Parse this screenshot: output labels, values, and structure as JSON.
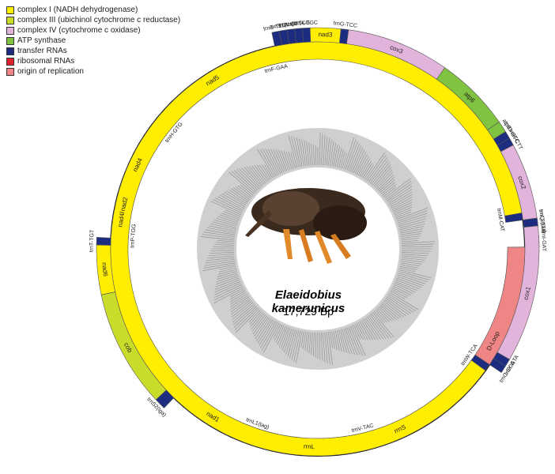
{
  "legend": [
    {
      "label": "complex I (NADH dehydrogenase)",
      "color": "#ffee00"
    },
    {
      "label": "complex III (ubichinol cytochrome c reductase)",
      "color": "#c9dc2a"
    },
    {
      "label": "complex IV (cytochrome c oxidase)",
      "color": "#e2b4db"
    },
    {
      "label": "ATP synthase",
      "color": "#7fc340"
    },
    {
      "label": "transfer RNAs",
      "color": "#1c2c80"
    },
    {
      "label": "ribosomal RNAs",
      "color": "#e1222d"
    },
    {
      "label": "origin of replication",
      "color": "#f08585"
    }
  ],
  "center": {
    "species": "Elaeidobius kamerunicus",
    "length": "17,729 Bp"
  },
  "features": [
    {
      "label": "trnI-GAT",
      "type": "trna",
      "start": 86.5,
      "end": 89.5,
      "strand": "out"
    },
    {
      "label": "D-Loop",
      "type": "origin",
      "start": 89.5,
      "end": 146,
      "strand": "in"
    },
    {
      "label": "rrnS",
      "type": "rrna",
      "start": 146,
      "end": 165,
      "strand": "in"
    },
    {
      "label": "trnV-TAC",
      "type": "trna",
      "start": 165,
      "end": 167,
      "strand": "in"
    },
    {
      "label": "rrnL",
      "type": "rrna",
      "start": 167,
      "end": 198,
      "strand": "in"
    },
    {
      "label": "trnL1(tag)",
      "type": "trna",
      "start": 198,
      "end": 200,
      "strand": "in"
    },
    {
      "label": "nad1",
      "type": "nad",
      "start": 200,
      "end": 224,
      "strand": "in"
    },
    {
      "label": "trnS2(tga)",
      "type": "trna",
      "start": 224,
      "end": 227,
      "strand": "out"
    },
    {
      "label": "cob",
      "type": "cob",
      "start": 227,
      "end": 258,
      "strand": "out"
    },
    {
      "label": "nad6",
      "type": "nad",
      "start": 258,
      "end": 271,
      "strand": "out"
    },
    {
      "label": "trnT-TGT",
      "type": "trna",
      "start": 271,
      "end": 273,
      "strand": "out"
    },
    {
      "label": "trnP-TGG",
      "type": "trna",
      "start": 273,
      "end": 275,
      "strand": "in"
    },
    {
      "label": "nad4l",
      "type": "nad",
      "start": 275,
      "end": 282,
      "strand": "in"
    },
    {
      "label": "nad4",
      "type": "nad",
      "start": 282,
      "end": 308,
      "strand": "in"
    },
    {
      "label": "trnH-GTG",
      "type": "trna",
      "start": 308,
      "end": 310,
      "strand": "in"
    },
    {
      "label": "nad5",
      "type": "nad",
      "start": 310,
      "end": 346,
      "strand": "in"
    },
    {
      "label": "trnF-GAA",
      "type": "trna",
      "start": 346,
      "end": 348,
      "strand": "in"
    },
    {
      "label": "trnE-TTC",
      "type": "trna",
      "start": 348,
      "end": 350,
      "strand": "out"
    },
    {
      "label": "trnS1(tct)",
      "type": "trna",
      "start": 350,
      "end": 352,
      "strand": "out"
    },
    {
      "label": "trnN-GTT",
      "type": "trna",
      "start": 352,
      "end": 354,
      "strand": "out"
    },
    {
      "label": "trnR-TCG",
      "type": "trna",
      "start": 354,
      "end": 356,
      "strand": "out"
    },
    {
      "label": "trnA-TGC",
      "type": "trna",
      "start": 356,
      "end": 358,
      "strand": "out"
    },
    {
      "label": "nad3",
      "type": "nad",
      "start": 358,
      "end": 366,
      "strand": "out"
    },
    {
      "label": "trnG-TCC",
      "type": "trna",
      "start": 366,
      "end": 368,
      "strand": "out"
    },
    {
      "label": "cox3",
      "type": "cox",
      "start": 368,
      "end": 395,
      "strand": "out"
    },
    {
      "label": "atp6",
      "type": "atp",
      "start": 395,
      "end": 415,
      "strand": "out"
    },
    {
      "label": "atp8",
      "type": "atp",
      "start": 415,
      "end": 418,
      "strand": "out"
    },
    {
      "label": "trnD-GTC",
      "type": "trna",
      "start": 418,
      "end": 420,
      "strand": "out"
    },
    {
      "label": "trnK-CTT",
      "type": "trna",
      "start": 420,
      "end": 422,
      "strand": "out"
    },
    {
      "label": "cox2",
      "type": "cox",
      "start": 422,
      "end": 442,
      "strand": "out"
    },
    {
      "label": "trnL2(taa)",
      "type": "trna",
      "start": 442,
      "end": 444,
      "strand": "out"
    },
    {
      "label": "cox1",
      "type": "cox",
      "start": 444,
      "end": 480,
      "strand": "out"
    },
    {
      "label": "trnY-GTA",
      "type": "trna",
      "start": 480,
      "end": 482,
      "strand": "out"
    },
    {
      "label": "trnC-GCA",
      "type": "trna",
      "start": 482,
      "end": 484,
      "strand": "out"
    },
    {
      "label": "trnW-TCA",
      "type": "trna",
      "start": 484,
      "end": 486,
      "strand": "in"
    },
    {
      "label": "nad2",
      "type": "nad",
      "start": 486,
      "end": 440,
      "strand": "in"
    },
    {
      "label": "trnM-CAT",
      "type": "trna",
      "start": 440,
      "end": 442,
      "strand": "in"
    },
    {
      "label": "trnQ-TTG",
      "type": "trna",
      "start": 442,
      "end": 444,
      "strand": "out"
    }
  ]
}
